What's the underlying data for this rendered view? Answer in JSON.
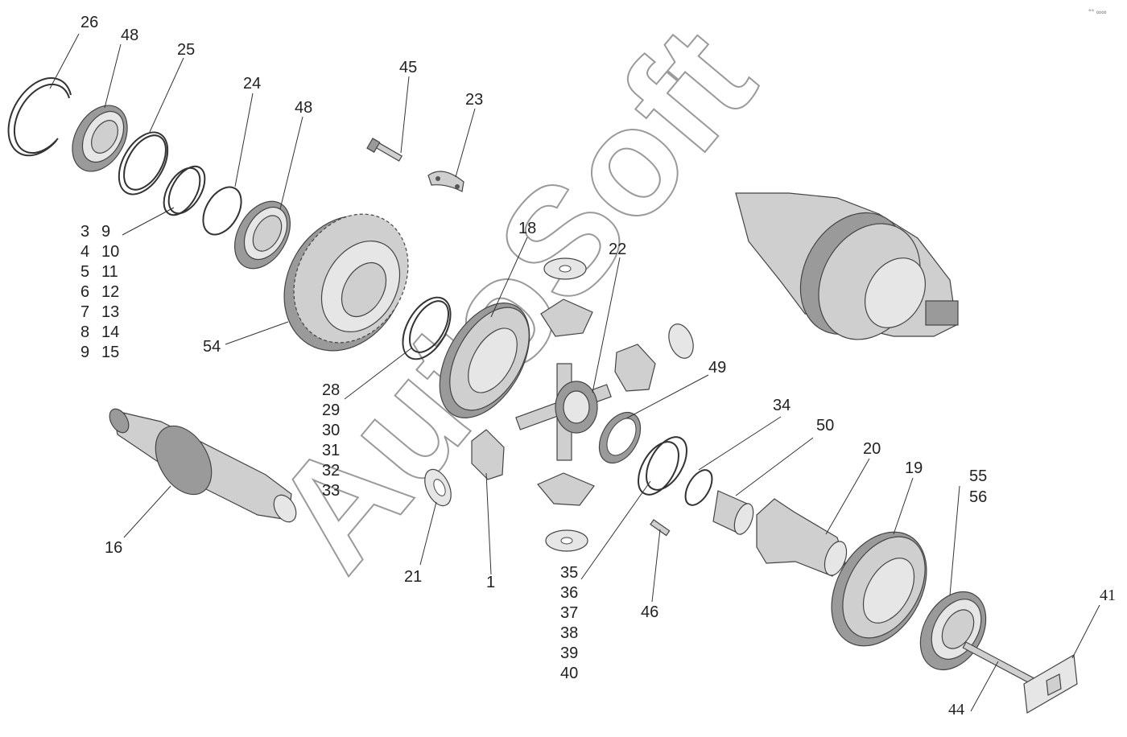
{
  "watermark": "AutoSoft",
  "corner_mark": "°°  ∞∞",
  "labels": {
    "l26": "26",
    "l48a": "48",
    "l25": "25",
    "l24": "24",
    "l48b": "48",
    "l45": "45",
    "l23": "23",
    "l18": "18",
    "l22": "22",
    "l54": "54",
    "l49": "49",
    "l34": "34",
    "l50": "50",
    "l20": "20",
    "l19": "19",
    "l55": "55",
    "l56": "56",
    "l41": "41",
    "l44": "44",
    "l46": "46",
    "l1": "1",
    "l21": "21",
    "l16": "16"
  },
  "group_3_15": {
    "left": [
      "3",
      "4",
      "5",
      "6",
      "7",
      "8",
      "9"
    ],
    "right": [
      "9",
      "10",
      "11",
      "12",
      "13",
      "14",
      "15"
    ]
  },
  "group_28_33": [
    "28",
    "29",
    "30",
    "31",
    "32",
    "33"
  ],
  "group_35_40": [
    "35",
    "36",
    "37",
    "38",
    "39",
    "40"
  ]
}
